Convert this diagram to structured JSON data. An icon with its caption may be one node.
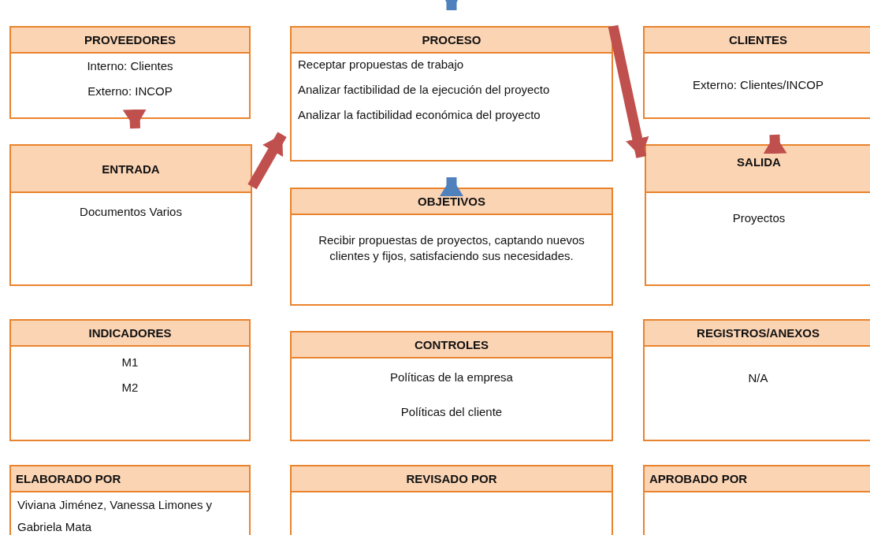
{
  "diagram": {
    "nodes": [
      {
        "text": [
          "PROVEEDORES",
          "Interno: Clientes",
          "Externo: INCOP"
        ]
      },
      {
        "text": [
          "PROCESO",
          "Receptar propuestas de trabajo",
          "Analizar factibilidad de la ejecución del proyecto",
          "Analizar la factibilidad económica del proyecto"
        ]
      },
      {
        "text": [
          "CLIENTES",
          "Externo: Clientes/INCOP"
        ]
      },
      {
        "text": [
          "ENTRADA",
          "Documentos Varios"
        ]
      },
      {
        "text": [
          "OBJETIVOS",
          "Recibir propuestas de proyectos, captando nuevos clientes y fijos, satisfaciendo sus necesidades."
        ]
      },
      {
        "text": [
          "SALIDA",
          "Proyectos"
        ]
      },
      {
        "text": [
          "INDICADORES",
          "M1",
          "M2"
        ]
      },
      {
        "text": [
          "CONTROLES",
          "Políticas de la empresa",
          "Políticas del cliente"
        ]
      },
      {
        "text": [
          "REGISTROS/ANEXOS",
          "N/A"
        ]
      },
      {
        "text": [
          "ELABORADO POR",
          "Viviana Jiménez, Vanessa Limones y Gabriela Mata"
        ]
      },
      {
        "text": [
          "REVISADO POR"
        ]
      },
      {
        "text": [
          "APROBADO POR"
        ]
      }
    ],
    "edges": [
      {
        "from": null,
        "to": 1,
        "arrow": "to",
        "color": "#4f81bd"
      },
      {
        "from": 0,
        "to": 3,
        "arrow": "to"
      },
      {
        "from": 3,
        "to": 1,
        "arrow": "to"
      },
      {
        "from": 4,
        "to": 1,
        "arrow": "to",
        "color": "#4f81bd"
      },
      {
        "from": 1,
        "to": 5,
        "arrow": "to"
      },
      {
        "from": 5,
        "to": 2,
        "arrow": "to"
      }
    ]
  }
}
